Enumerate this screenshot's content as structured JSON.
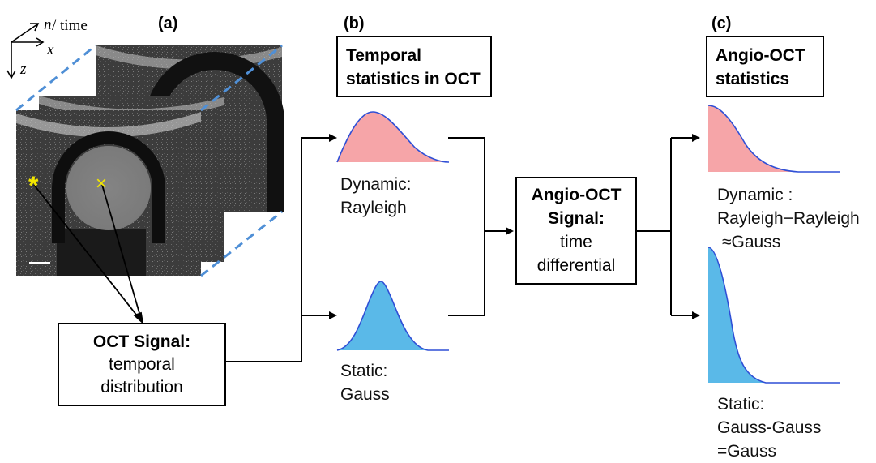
{
  "panels": {
    "a": "(a)",
    "b": "(b)",
    "c": "(c)"
  },
  "axes": {
    "n": "n",
    "time": " / time",
    "x": "x",
    "z": "z"
  },
  "boxes": {
    "temporal_stats": {
      "line1": "Temporal",
      "line2": "statistics in OCT"
    },
    "angio_stats": {
      "line1": "Angio-OCT",
      "line2": "statistics"
    },
    "oct_signal": {
      "title": "OCT Signal:",
      "line1": "temporal",
      "line2": "distribution"
    },
    "angio_signal": {
      "title1": "Angio-OCT",
      "title2": "Signal:",
      "line1": "time",
      "line2": "differential"
    }
  },
  "labels": {
    "dynamic_b": {
      "line1": "Dynamic:",
      "line2": "Rayleigh"
    },
    "static_b": {
      "line1": "Static:",
      "line2": "Gauss"
    },
    "dynamic_c": {
      "line1": "Dynamic :",
      "line2": "Rayleigh−Rayleigh",
      "line3": "≈Gauss"
    },
    "static_c": {
      "line1": "Static:",
      "line2": "Gauss-Gauss",
      "line3": "=Gauss"
    }
  },
  "markers": {
    "star": "*",
    "cross": "×"
  },
  "colors": {
    "pink": "#f6a5a8",
    "blue_fill": "#5ab9e8",
    "curve": "#2f4fd6",
    "dash": "#4f8fd6"
  }
}
